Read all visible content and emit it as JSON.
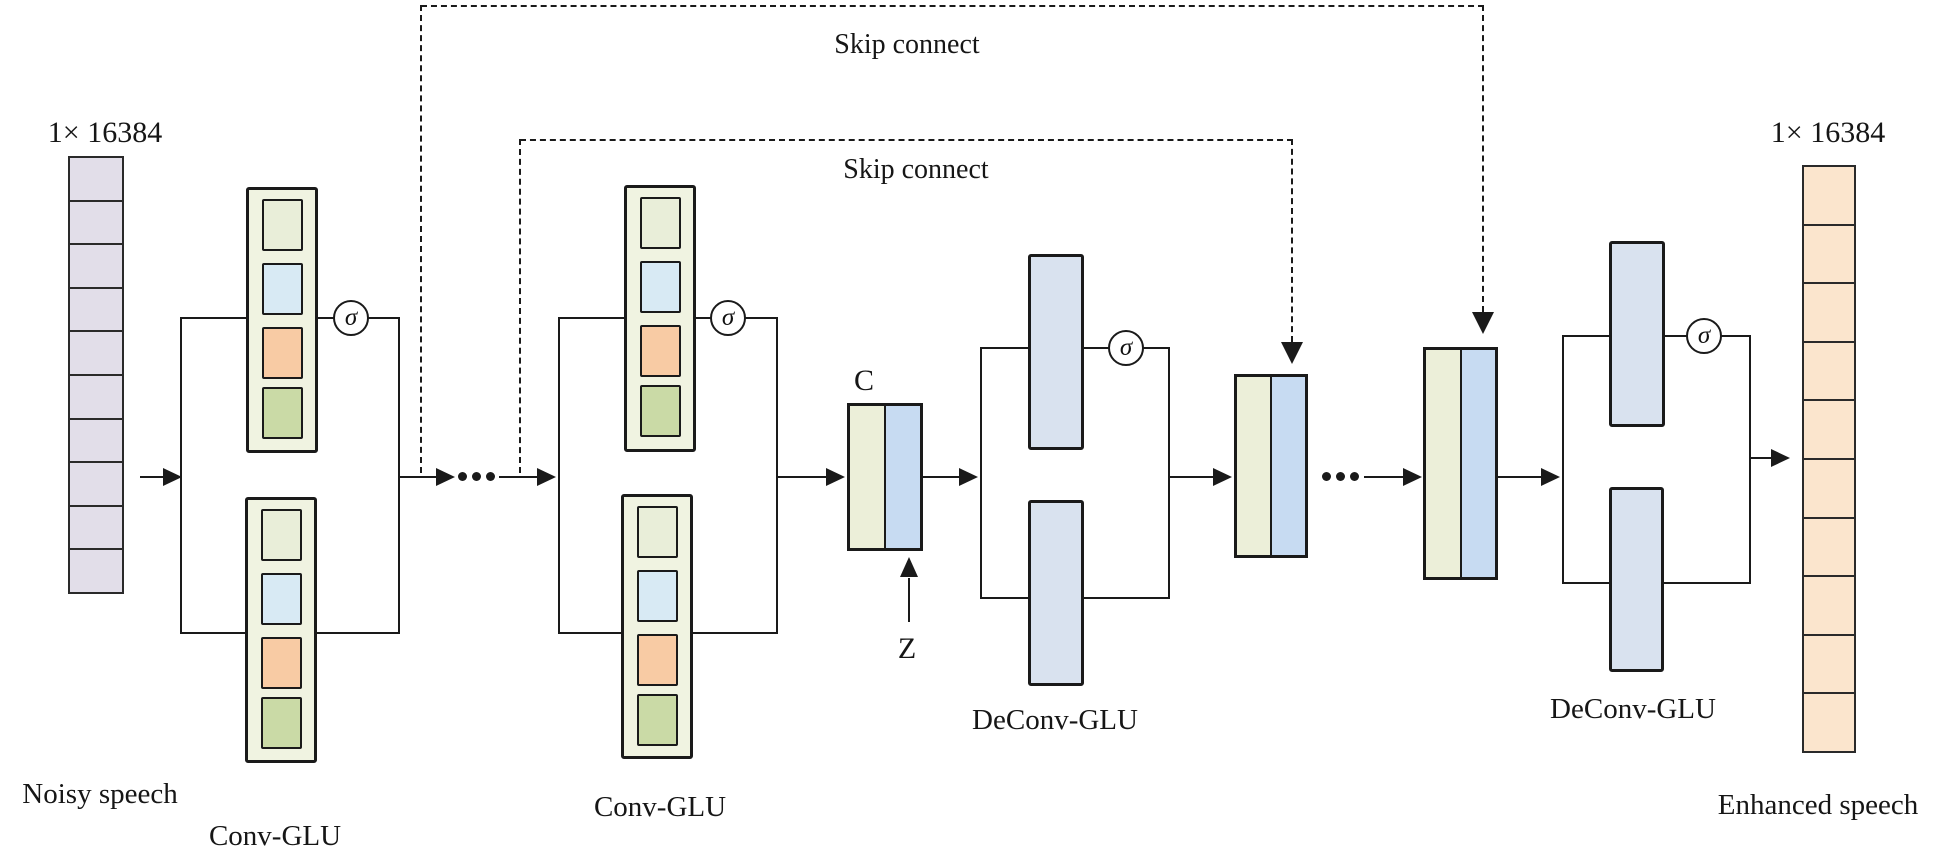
{
  "labels": {
    "input_dim": "1× 16384",
    "output_dim": "1× 16384",
    "noisy": "Noisy speech",
    "enhanced": "Enhanced speech",
    "skip_outer": "Skip connect",
    "skip_inner": "Skip connect",
    "conv1": "Conv-GLU",
    "conv2": "Conv-GLU",
    "deconv1": "DeConv-GLU",
    "deconv2": "DeConv-GLU",
    "concat": "C",
    "latent": "Z",
    "sigma": "σ"
  },
  "columns": {
    "noisy": {
      "cells": 10,
      "fill": "#e2dee9"
    },
    "enhanced": {
      "cells": 10,
      "fill": "#fbe5cd"
    }
  },
  "colors": {
    "line": "#1a1a1a",
    "conv_outer_fill": "#f0f3e1",
    "feature_pale_green": "#e9eed9",
    "feature_blue": "#d8eaf4",
    "feature_orange": "#f8cba4",
    "feature_green": "#cadaa6",
    "deconv_fill": "#d9e2ef",
    "merge_green": "#ecefd9",
    "merge_blue": "#c7dbf2",
    "noisy_cell": "#e2dee9",
    "enhanced_cell": "#fbe5cd"
  }
}
